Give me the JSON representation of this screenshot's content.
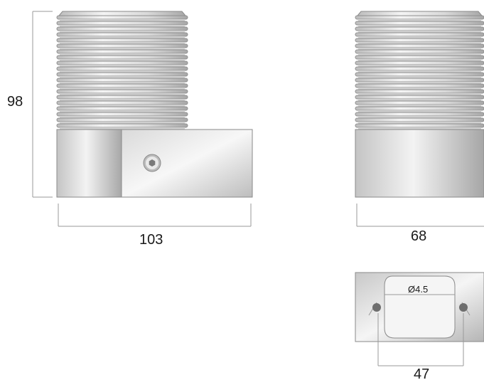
{
  "dimensions": {
    "height": "98",
    "width_side": "103",
    "width_front": "68",
    "hole_spacing": "47",
    "hole_diameter": "Ø4.5"
  },
  "colors": {
    "metal_light": "#f2f2f2",
    "metal_mid": "#d6d6d6",
    "metal_dark": "#a9a9a9",
    "hole": "#6e6e6e",
    "dimension_line": "#9a9a9a"
  },
  "icons": {
    "set_screw": "hex-socket-icon",
    "mounting_hole": "hole-icon"
  }
}
